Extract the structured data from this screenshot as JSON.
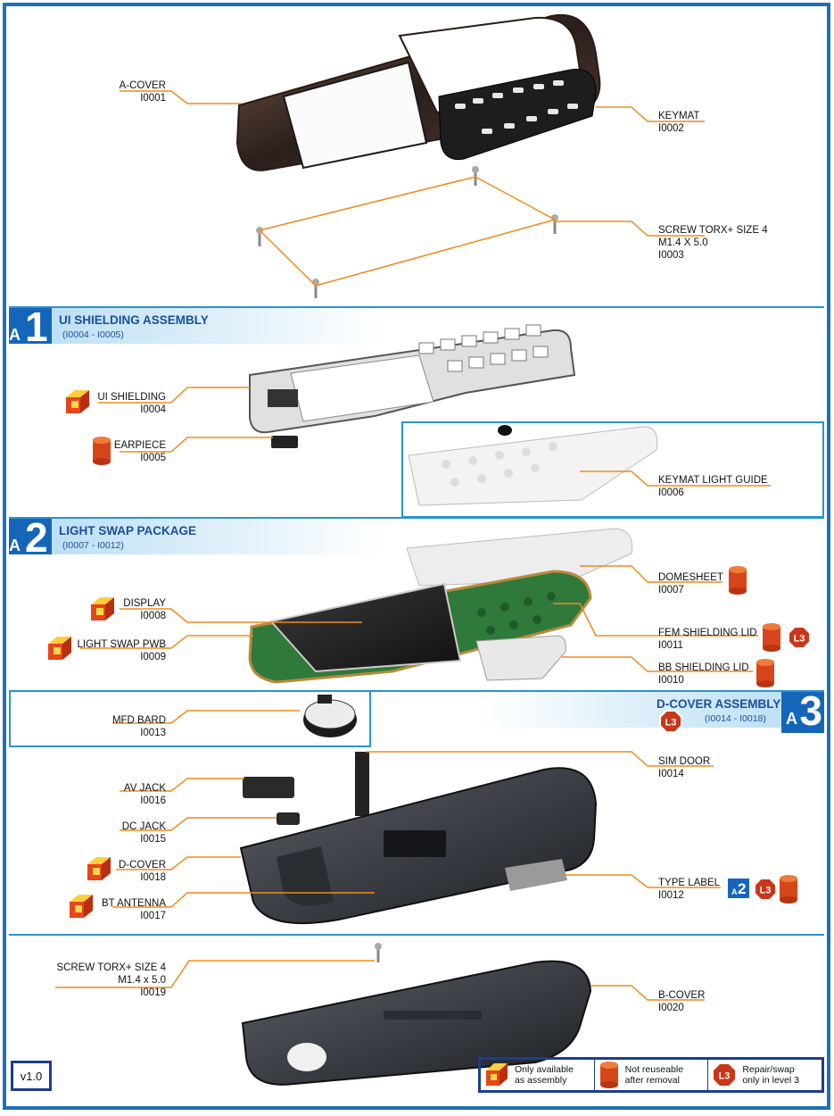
{
  "version": "v1.0",
  "sections": {
    "s1": {
      "number": "1",
      "letter": "A",
      "title": "UI SHIELDING ASSEMBLY",
      "range": "(I0004 - I0005)"
    },
    "s2": {
      "number": "2",
      "letter": "A",
      "title": "LIGHT SWAP PACKAGE",
      "range": "(I0007 - I0012)"
    },
    "s3": {
      "number": "3",
      "letter": "A",
      "title": "D-COVER ASSEMBLY",
      "range": "(I0014 - I0018)"
    }
  },
  "parts": {
    "a_cover": {
      "name": "A-COVER",
      "code": "I0001"
    },
    "keymat": {
      "name": "KEYMAT",
      "code": "I0002"
    },
    "screw_top": {
      "name1": "SCREW TORX+ SIZE 4",
      "name2": "M1.4 X 5.0",
      "code": "I0003"
    },
    "ui_shielding": {
      "name": "UI SHIELDING",
      "code": "I0004"
    },
    "earpiece": {
      "name": "EARPIECE",
      "code": "I0005"
    },
    "keymat_light_guide": {
      "name": "KEYMAT LIGHT GUIDE",
      "code": "I0006"
    },
    "domesheet": {
      "name": "DOMESHEET",
      "code": "I0007"
    },
    "display": {
      "name": "DISPLAY",
      "code": "I0008"
    },
    "light_swap_pwb": {
      "name": "LIGHT SWAP PWB",
      "code": "I0009"
    },
    "fem_shielding_lid": {
      "name": "FEM SHIELDING LID",
      "code": "I0011"
    },
    "bb_shielding_lid": {
      "name": "BB SHIELDING LID",
      "code": "I0010"
    },
    "mfd_bard": {
      "name": "MFD BARD",
      "code": "I0013"
    },
    "sim_door": {
      "name": "SIM DOOR",
      "code": "I0014"
    },
    "av_jack": {
      "name": "AV JACK",
      "code": "I0016"
    },
    "dc_jack": {
      "name": "DC JACK",
      "code": "I0015"
    },
    "d_cover": {
      "name": "D-COVER",
      "code": "I0018"
    },
    "bt_antenna": {
      "name": "BT ANTENNA",
      "code": "I0017"
    },
    "type_label": {
      "name": "TYPE LABEL",
      "code": "I0012"
    },
    "screw_bottom": {
      "name1": "SCREW TORX+ SIZE 4",
      "name2": "M1.4 x 5.0",
      "code": "I0019"
    },
    "b_cover": {
      "name": "B-COVER",
      "code": "I0020"
    }
  },
  "legend": {
    "assembly": "Only available as assembly",
    "not_reuseable": "Not reuseable after removal",
    "level3": "Repair/swap only in level 3"
  },
  "icons": {
    "assembly": "orange-cube-icon",
    "not_reuseable": "red-cylinder-icon",
    "level3": "l3-octagon-icon",
    "a2": "a2-badge-icon"
  },
  "colors": {
    "frame": "#1f6fb8",
    "divider": "#2a93d1",
    "section_title": "#1b4f9c",
    "leader": "#f08a1c",
    "cube": "#f3a21a",
    "cylinder": "#d7461a"
  }
}
